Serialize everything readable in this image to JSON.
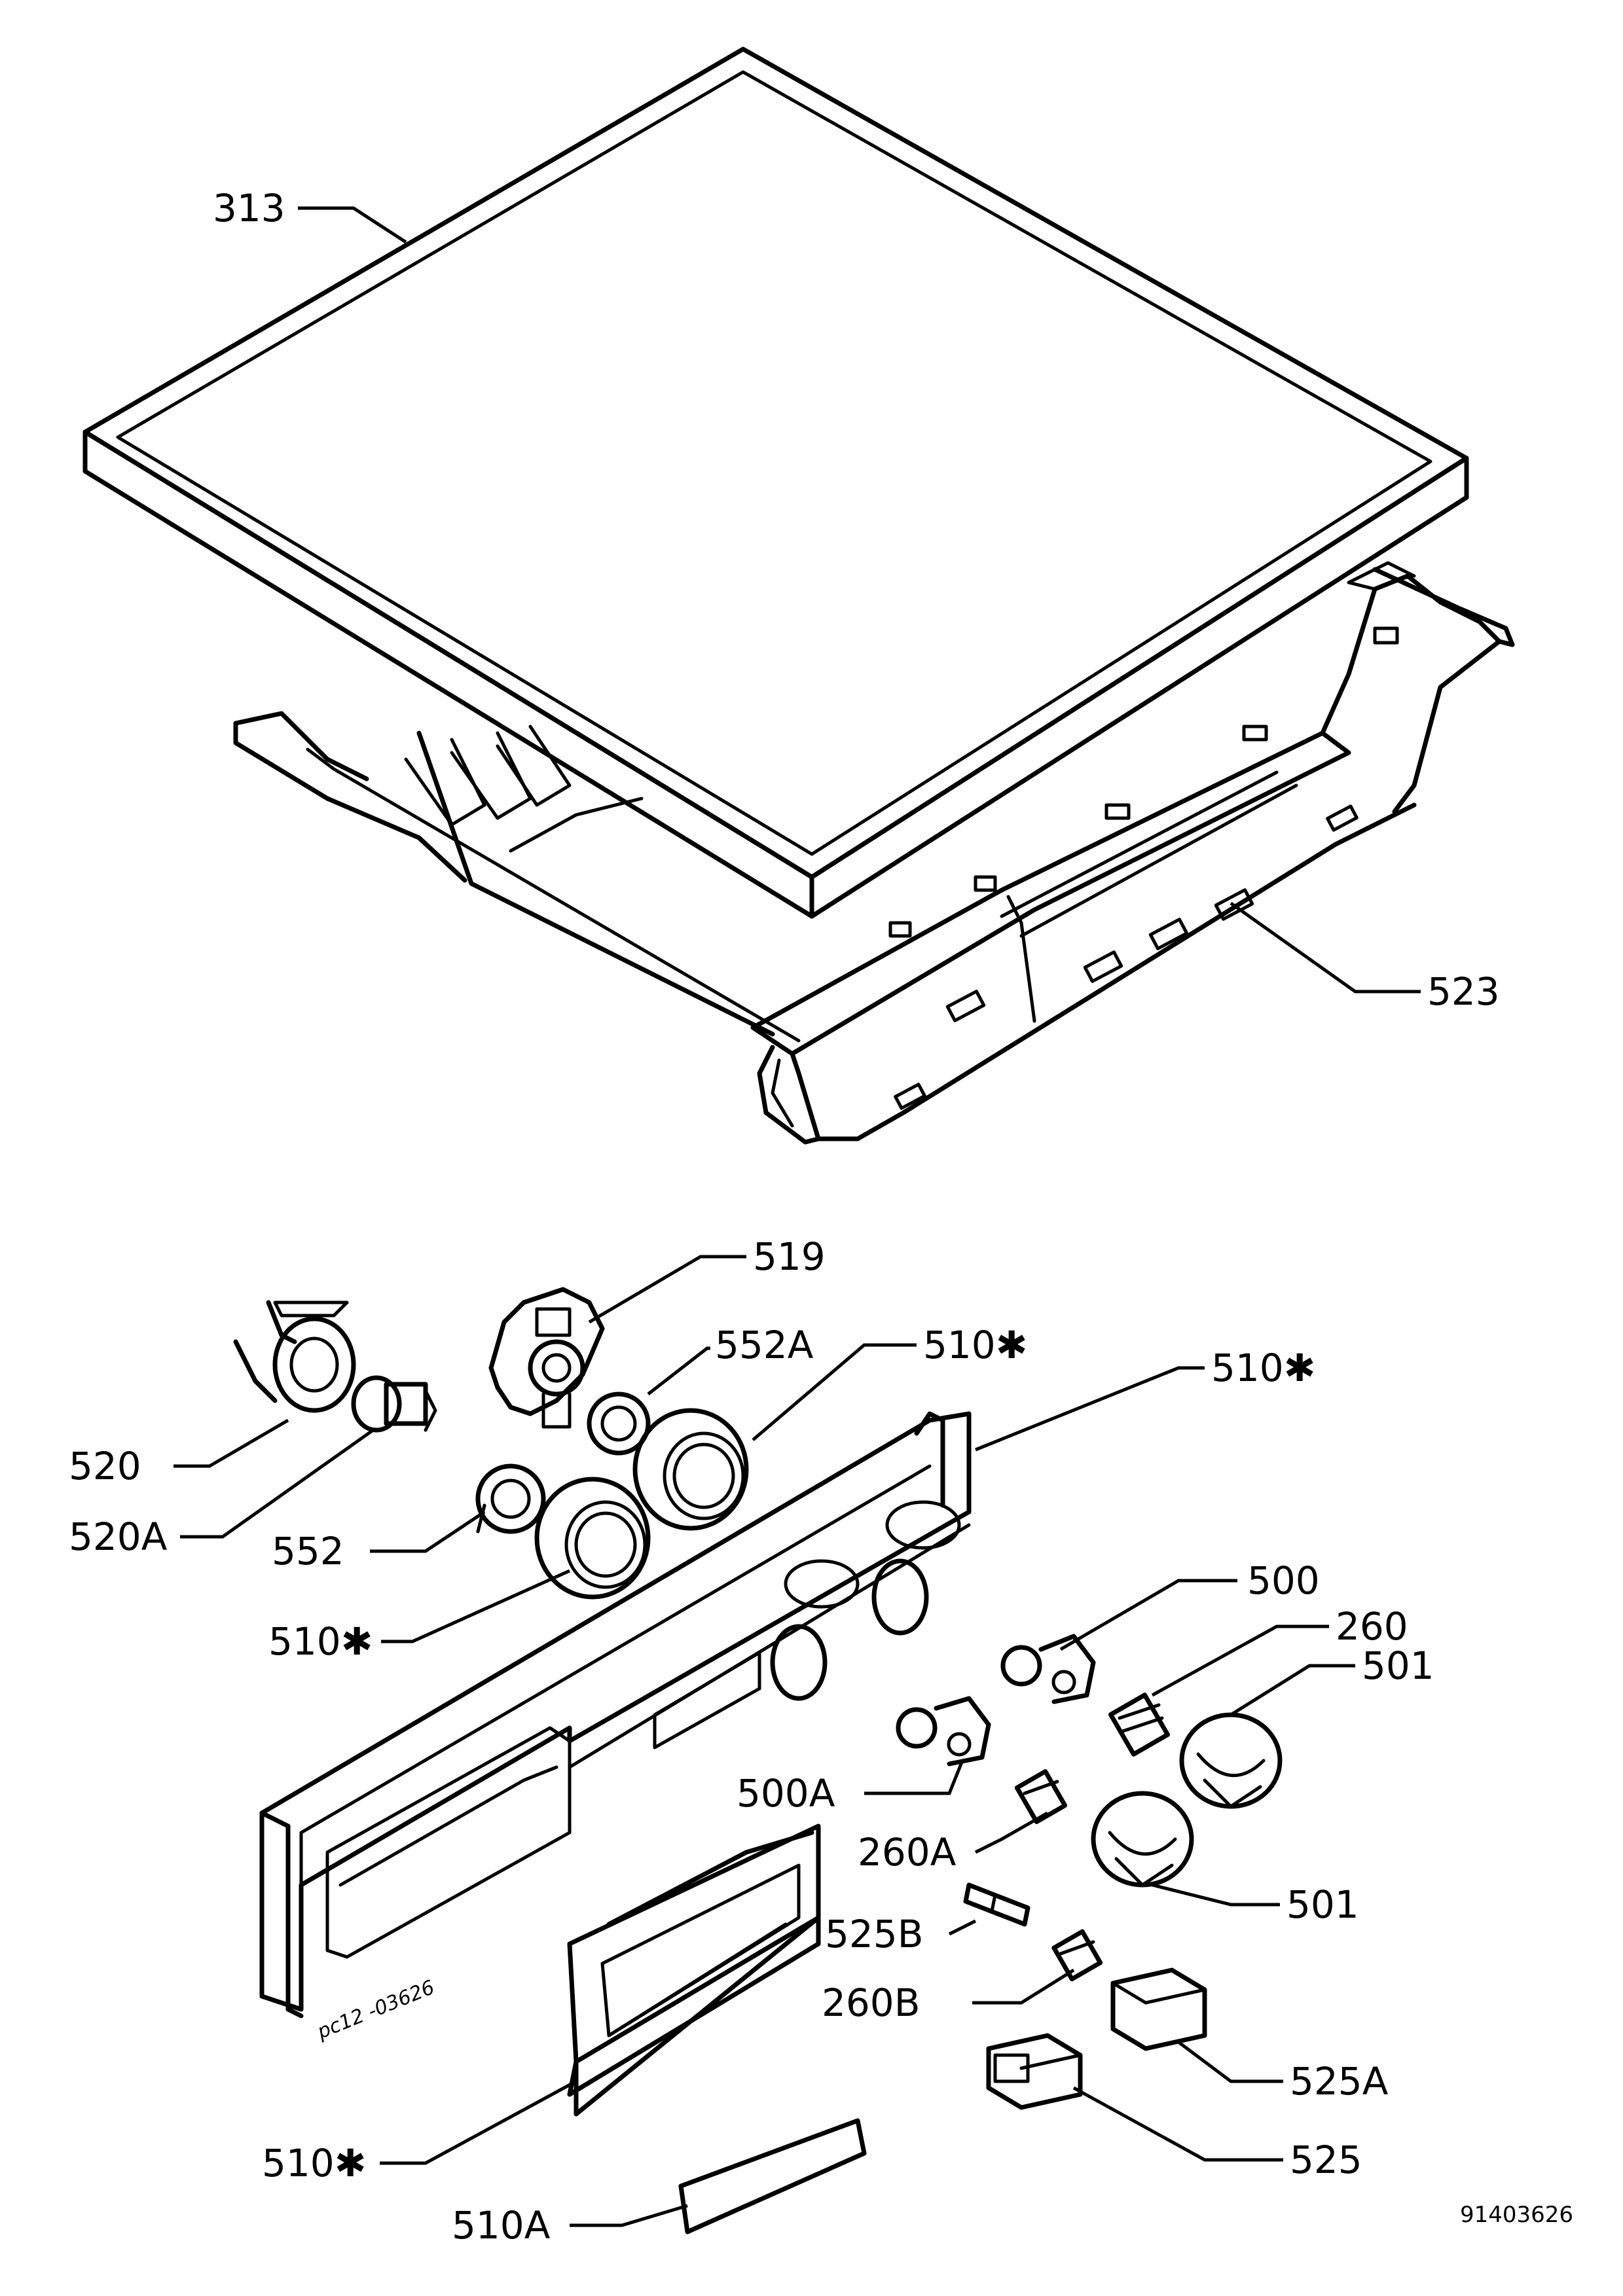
{
  "diagram": {
    "drawing_code": "91403626",
    "panel_marking": "pc12 -03626",
    "labels": {
      "l313": "313",
      "l523": "523",
      "l519": "519",
      "l552A": "552A",
      "l510a": "510✱",
      "l510b": "510✱",
      "l520": "520",
      "l520A": "520A",
      "l552": "552",
      "l510c": "510✱",
      "l500": "500",
      "l260": "260",
      "l501a": "501",
      "l500A": "500A",
      "l260A": "260A",
      "l501b": "501",
      "l525B": "525B",
      "l260B": "260B",
      "l525A": "525A",
      "l510d": "510✱",
      "l525": "525",
      "l510A": "510A"
    }
  }
}
